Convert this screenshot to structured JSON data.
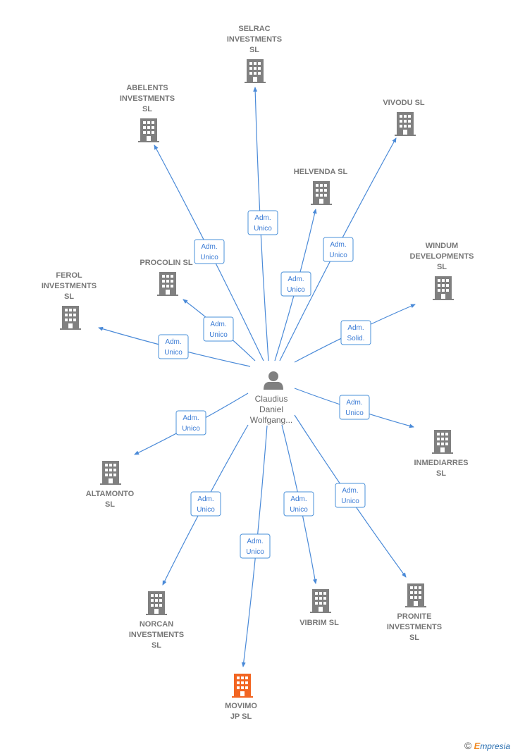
{
  "colors": {
    "edge": "#4a8ad8",
    "building": "#808080",
    "building_highlight": "#f26522",
    "person": "#808080",
    "role_border": "#4a90d9",
    "role_text": "#3a7bd5"
  },
  "person": {
    "icon": "person-icon",
    "label_lines": [
      "Claudius",
      "Daniel",
      "Wolfgang..."
    ]
  },
  "companies": [
    {
      "id": "selrac",
      "label_lines": [
        "SELRAC",
        "INVESTMENTS",
        "SL"
      ],
      "role_lines": [
        "Adm.",
        "Unico"
      ],
      "highlight": false
    },
    {
      "id": "abelents",
      "label_lines": [
        "ABELENTS",
        "INVESTMENTS",
        "SL"
      ],
      "role_lines": [
        "Adm.",
        "Unico"
      ],
      "highlight": false
    },
    {
      "id": "vivodu",
      "label_lines": [
        "VIVODU  SL"
      ],
      "role_lines": [
        "Adm.",
        "Unico"
      ],
      "highlight": false
    },
    {
      "id": "helvenda",
      "label_lines": [
        "HELVENDA  SL"
      ],
      "role_lines": [
        "Adm.",
        "Unico"
      ],
      "highlight": false
    },
    {
      "id": "windum",
      "label_lines": [
        "WINDUM",
        "DEVELOPMENTS",
        "SL"
      ],
      "role_lines": [
        "Adm.",
        "Solid."
      ],
      "highlight": false
    },
    {
      "id": "procolin",
      "label_lines": [
        "PROCOLIN  SL"
      ],
      "role_lines": [
        "Adm.",
        "Unico"
      ],
      "highlight": false
    },
    {
      "id": "ferol",
      "label_lines": [
        "FEROL",
        "INVESTMENTS",
        "SL"
      ],
      "role_lines": [
        "Adm.",
        "Unico"
      ],
      "highlight": false
    },
    {
      "id": "inmediarres",
      "label_lines": [
        "INMEDIARRES",
        "SL"
      ],
      "role_lines": [
        "Adm.",
        "Unico"
      ],
      "highlight": false
    },
    {
      "id": "altamonto",
      "label_lines": [
        "ALTAMONTO",
        "SL"
      ],
      "role_lines": [
        "Adm.",
        "Unico"
      ],
      "highlight": false
    },
    {
      "id": "norcan",
      "label_lines": [
        "NORCAN",
        "INVESTMENTS",
        "SL"
      ],
      "role_lines": [
        "Adm.",
        "Unico"
      ],
      "highlight": false
    },
    {
      "id": "vibrim",
      "label_lines": [
        "VIBRIM  SL"
      ],
      "role_lines": [
        "Adm.",
        "Unico"
      ],
      "highlight": false
    },
    {
      "id": "pronite",
      "label_lines": [
        "PRONITE",
        "INVESTMENTS",
        "SL"
      ],
      "role_lines": [
        "Adm.",
        "Unico"
      ],
      "highlight": false
    },
    {
      "id": "movimo",
      "label_lines": [
        "MOVIMO",
        "JP  SL"
      ],
      "role_lines": [
        "Adm.",
        "Unico"
      ],
      "highlight": true
    }
  ],
  "footer": {
    "copyright_symbol": "©",
    "brand_initial": "E",
    "brand_rest": "mpresia"
  }
}
